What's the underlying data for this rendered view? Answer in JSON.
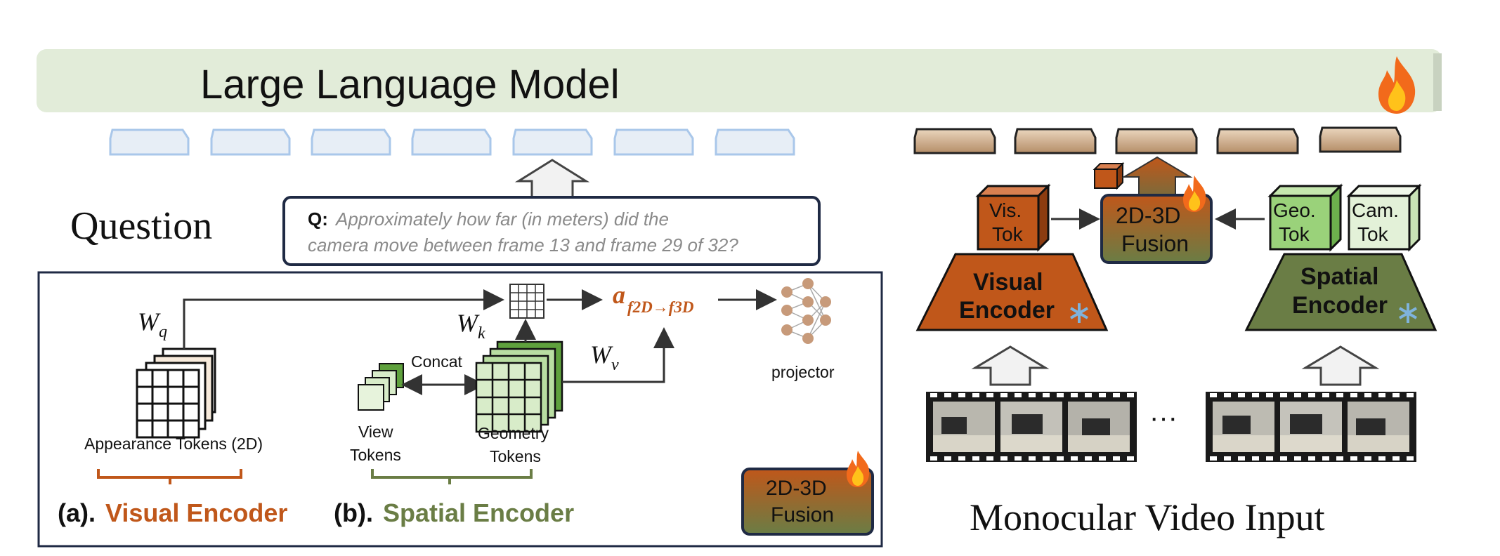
{
  "llm": {
    "title": "Large Language Model",
    "icon": "fire-icon"
  },
  "question": {
    "heading": "Question",
    "prefix": "Q:",
    "line1": "Approximately how far (in meters) did the",
    "line2": "camera move between frame 13 and frame 29 of 32?"
  },
  "fusion_detail": {
    "wq": "W",
    "wq_sub": "q",
    "wk": "W",
    "wk_sub": "k",
    "wv": "W",
    "wv_sub": "v",
    "concat": "Concat",
    "appearance_tokens": "Appearance Tokens (2D)",
    "view_tokens_1": "View",
    "view_tokens_2": "Tokens",
    "geometry_tokens_1": "Geometry",
    "geometry_tokens_2": "Tokens",
    "attn_main": "a",
    "attn_sub": "f2D→f3D",
    "projector": "projector",
    "fusion_box_1": "2D-3D",
    "fusion_box_2": "Fusion",
    "visual_encoder_prefix": "(a).",
    "visual_encoder_label": "Visual Encoder",
    "spatial_encoder_prefix": "(b).",
    "spatial_encoder_label": "Spatial Encoder"
  },
  "pipeline": {
    "vis_tok_1": "Vis.",
    "vis_tok_2": "Tok",
    "fusion_1": "2D-3D",
    "fusion_2": "Fusion",
    "geo_tok_1": "Geo.",
    "geo_tok_2": "Tok",
    "cam_tok_1": "Cam.",
    "cam_tok_2": "Tok",
    "visual_encoder_1": "Visual",
    "visual_encoder_2": "Encoder",
    "spatial_encoder_1": "Spatial",
    "spatial_encoder_2": "Encoder",
    "frozen_icon": "snowflake-icon",
    "trainable_icon": "fire-icon",
    "ellipsis": "···",
    "video_caption": "Monocular Video Input"
  },
  "colors": {
    "llm_bar": "#e2ecd9",
    "question_token": "#dbe8f7",
    "visual_token": "#c9ab8d",
    "visual_encoder": "#c0571a",
    "spatial_encoder": "#6a7d45",
    "spatial_green": "#b9dea2",
    "border_navy": "#1f2a44",
    "visual_text": "#c0571a",
    "spatial_text": "#6a7d45"
  }
}
